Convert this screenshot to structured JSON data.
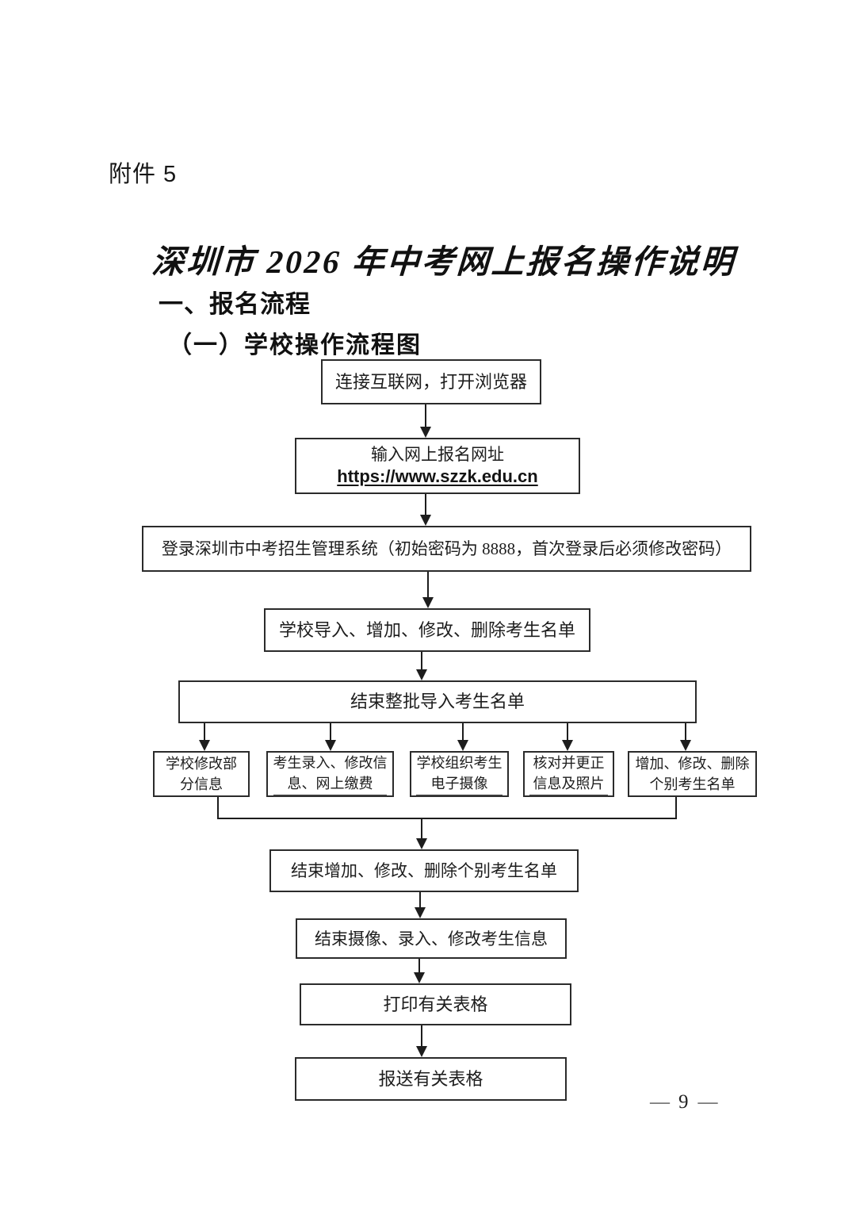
{
  "document": {
    "attachment_label": "附件 5",
    "title": "深圳市 2026 年中考网上报名操作说明",
    "section_heading": "一、报名流程",
    "subsection_heading": "（一）学校操作流程图",
    "footer": {
      "dash": "—",
      "page_number": "9"
    }
  },
  "flowchart": {
    "type": "flowchart",
    "colors": {
      "box_border": "#2b2b2b",
      "text": "#1d1d1d",
      "arrow": "#1d1d1d",
      "background": "#ffffff"
    },
    "nodes": {
      "connect_internet": {
        "label": "连接互联网，打开浏览器"
      },
      "enter_url": {
        "label": "输入网上报名网址",
        "url": "https://www.szzk.edu.cn"
      },
      "login_system": {
        "label": "登录深圳市中考招生管理系统（初始密码为 8888，首次登录后必须修改密码）"
      },
      "school_import": {
        "label": "学校导入、增加、修改、删除考生名单"
      },
      "finish_batch_import": {
        "label": "结束整批导入考生名单"
      },
      "modify_partial": {
        "line1": "学校修改部",
        "line2": "分信息"
      },
      "candidate_entry_pay": {
        "line1": "考生录入、修改信",
        "line2": "息、网上缴费"
      },
      "organize_photo": {
        "line1": "学校组织考生",
        "line2": "电子摄像"
      },
      "verify_correct": {
        "line1": "核对并更正",
        "line2": "信息及照片"
      },
      "individual_changes": {
        "line1": "增加、修改、删除",
        "line2": "个别考生名单"
      },
      "finish_individual_changes": {
        "label": "结束增加、修改、删除个别考生名单"
      },
      "finish_photo_entry": {
        "label": "结束摄像、录入、修改考生信息"
      },
      "print_forms": {
        "label": "打印有关表格"
      },
      "submit_forms": {
        "label": "报送有关表格"
      }
    }
  }
}
